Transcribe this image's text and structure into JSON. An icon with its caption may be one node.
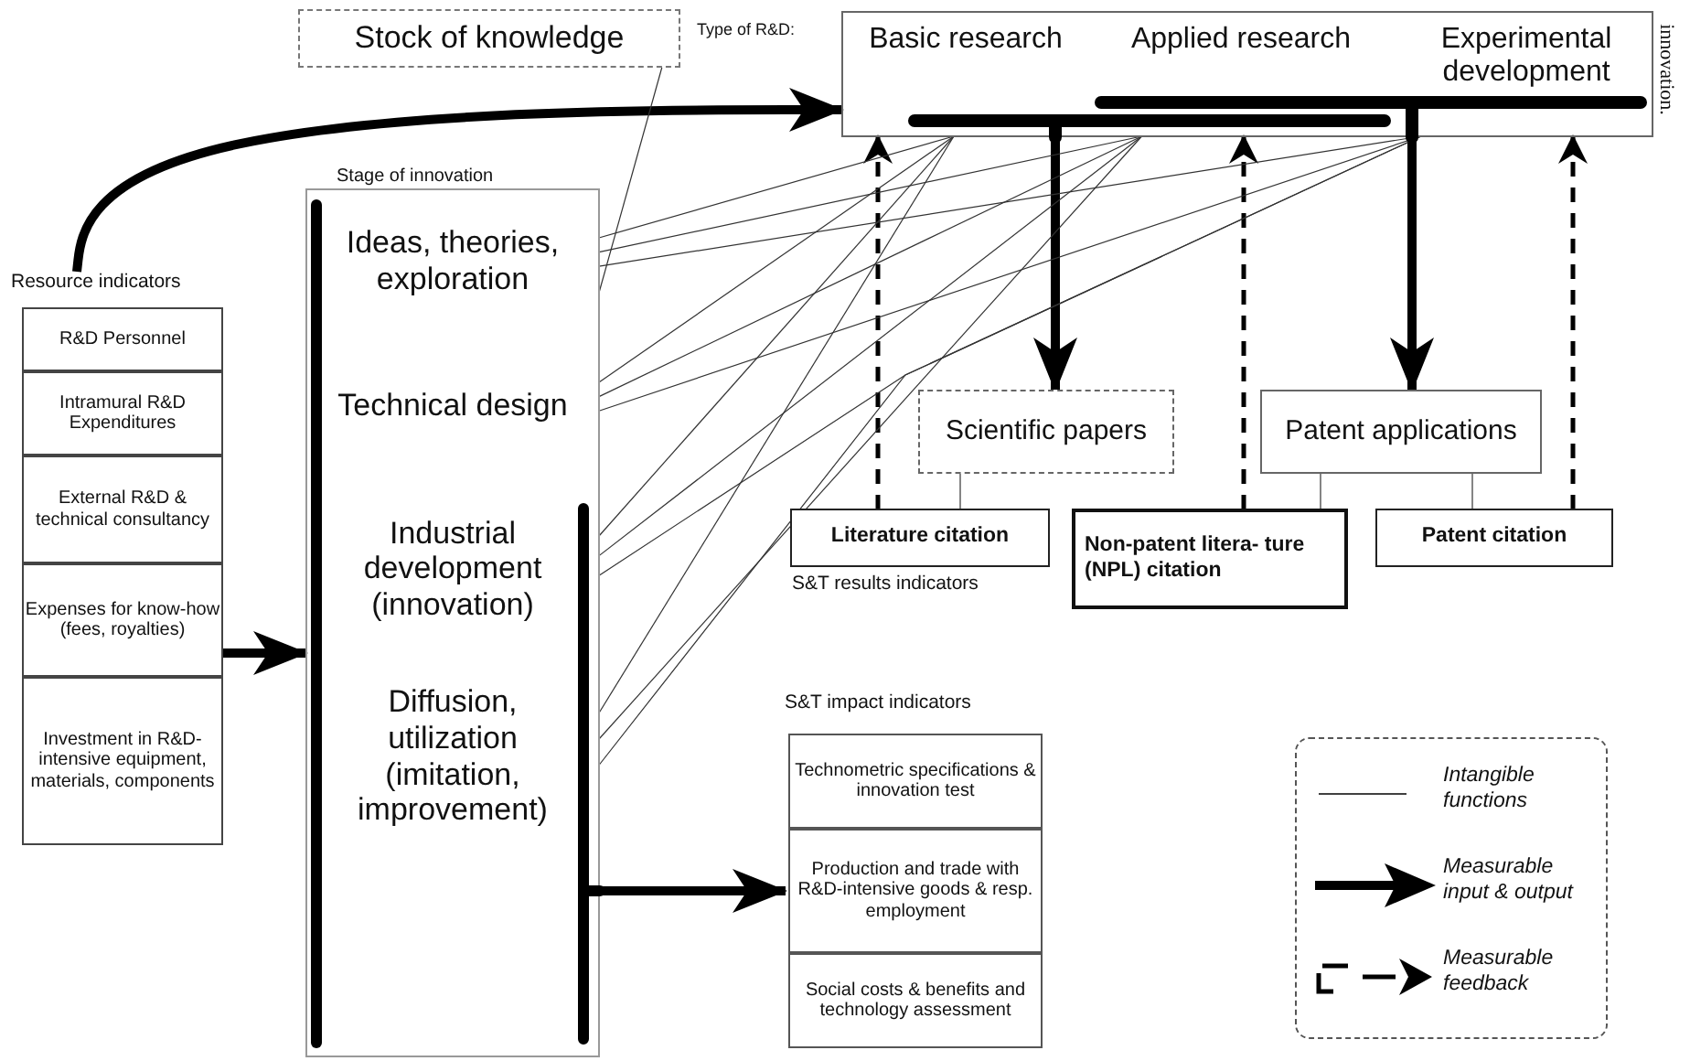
{
  "diagram": {
    "nodes": [
      {
        "text": [
          "Stock of knowledge"
        ]
      },
      {
        "text": [
          "Type of R&D:"
        ]
      },
      {
        "text": [
          "Basic research"
        ],
        "in": 1
      },
      {
        "text": [
          "Applied research"
        ],
        "in": 1
      },
      {
        "text": [
          "Experimental development"
        ],
        "in": 1
      },
      {
        "text": [
          "Stage of innovation"
        ]
      },
      {
        "text": [
          "Ideas, theories, exploration"
        ],
        "in": 5
      },
      {
        "text": [
          "Technical design"
        ],
        "in": 5
      },
      {
        "text": [
          "Industrial development (innovation)"
        ],
        "in": 5
      },
      {
        "text": [
          "Diffusion, utilization (imitation, improvement)"
        ],
        "in": 5
      },
      {
        "text": [
          "Resource indicators"
        ]
      },
      {
        "text": [
          "R&D Personnel"
        ],
        "in": 10
      },
      {
        "text": [
          "Intramural R&D Expenditures"
        ],
        "in": 10
      },
      {
        "text": [
          "External R&D & technical consultancy"
        ],
        "in": 10
      },
      {
        "text": [
          "Expenses for know-how (fees, royalties)"
        ],
        "in": 10
      },
      {
        "text": [
          "Investment in R&D-intensive equipment, materials, components"
        ],
        "in": 10
      },
      {
        "text": [
          "Scientific papers"
        ]
      },
      {
        "text": [
          "Patent applications"
        ]
      },
      {
        "text": [
          "Literature citation"
        ]
      },
      {
        "text": [
          "Non-patent litera- ture (NPL) citation"
        ]
      },
      {
        "text": [
          "Patent citation"
        ]
      },
      {
        "text": [
          "S&T impact indicators"
        ]
      },
      {
        "text": [
          "Technometric specifications & innovation test"
        ],
        "in": 21
      },
      {
        "text": [
          "Production and trade with R&D-intensive goods & resp. employment"
        ],
        "in": 21
      },
      {
        "text": [
          "Social costs & benefits and technology assessment"
        ],
        "in": 21
      }
    ],
    "edges": [
      {
        "from": 10,
        "to": 1,
        "arrow": "to",
        "style": "thick"
      },
      {
        "from": 14,
        "to": 5,
        "arrow": "to",
        "style": "thick"
      },
      {
        "from": 1,
        "to": 16,
        "arrow": "to",
        "style": "thick"
      },
      {
        "from": 1,
        "to": 17,
        "arrow": "to",
        "style": "thick"
      },
      {
        "from": 5,
        "to": 21,
        "arrow": "to",
        "style": "thick"
      },
      {
        "from": 18,
        "to": 2,
        "arrow": "to",
        "style": "dashed"
      },
      {
        "from": 19,
        "to": 3,
        "arrow": "to",
        "style": "dashed"
      },
      {
        "from": 20,
        "to": 4,
        "arrow": "to",
        "style": "dashed"
      },
      {
        "from": 16,
        "to": 18,
        "arrow": "none"
      },
      {
        "from": 17,
        "to": 19,
        "arrow": "none"
      },
      {
        "from": 17,
        "to": 20,
        "arrow": "none"
      },
      {
        "from": 0,
        "to": 5,
        "arrow": "none"
      },
      {
        "from": 6,
        "to": 2,
        "arrow": "none"
      },
      {
        "from": 6,
        "to": 3,
        "arrow": "none"
      },
      {
        "from": 6,
        "to": 4,
        "arrow": "none"
      },
      {
        "from": 7,
        "to": 2,
        "arrow": "none"
      },
      {
        "from": 7,
        "to": 3,
        "arrow": "none"
      },
      {
        "from": 7,
        "to": 4,
        "arrow": "none"
      },
      {
        "from": 8,
        "to": 2,
        "arrow": "none"
      },
      {
        "from": 8,
        "to": 3,
        "arrow": "none"
      },
      {
        "from": 8,
        "to": 4,
        "arrow": "none"
      },
      {
        "from": 9,
        "to": 2,
        "arrow": "none"
      },
      {
        "from": 9,
        "to": 3,
        "arrow": "none"
      },
      {
        "from": 9,
        "to": 4,
        "arrow": "none"
      }
    ],
    "labels": [
      "S&T results indicators",
      "innovation."
    ],
    "legend": [
      {
        "text": "Intangible functions"
      },
      {
        "text": "Measurable input & output"
      },
      {
        "text": "Measurable feedback"
      }
    ]
  }
}
